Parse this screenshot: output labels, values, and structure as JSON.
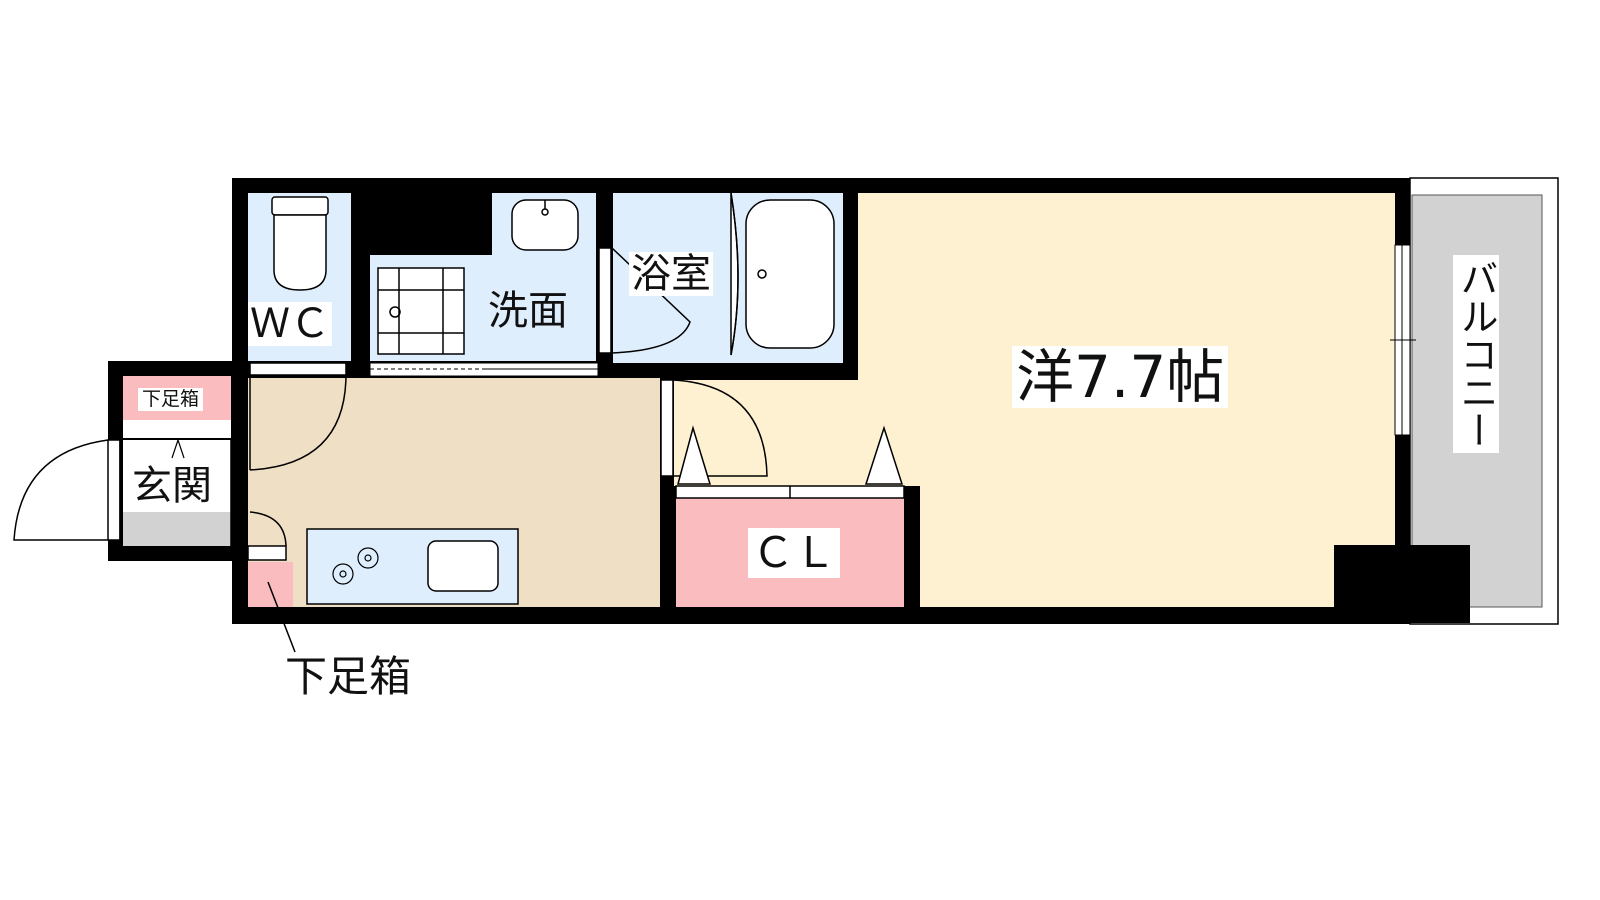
{
  "rooms": {
    "western": "洋7.7帖",
    "balcony": "バルコニー",
    "wc": "ＷＣ",
    "washroom": "洗面",
    "bathroom": "浴室",
    "entrance": "玄関",
    "closet": "ＣＬ",
    "shoe_box_small": "下足箱",
    "shoe_box": "下足箱"
  },
  "colors": {
    "wall": "#000000",
    "western_floor": "#fdf1d2",
    "kitchen_floor": "#efdfc4",
    "wet_area": "#dfeefd",
    "closet_fill": "#fbbcc0",
    "balcony_fill": "#d2d2d2",
    "entrance_floor": "#d2d2d2"
  }
}
